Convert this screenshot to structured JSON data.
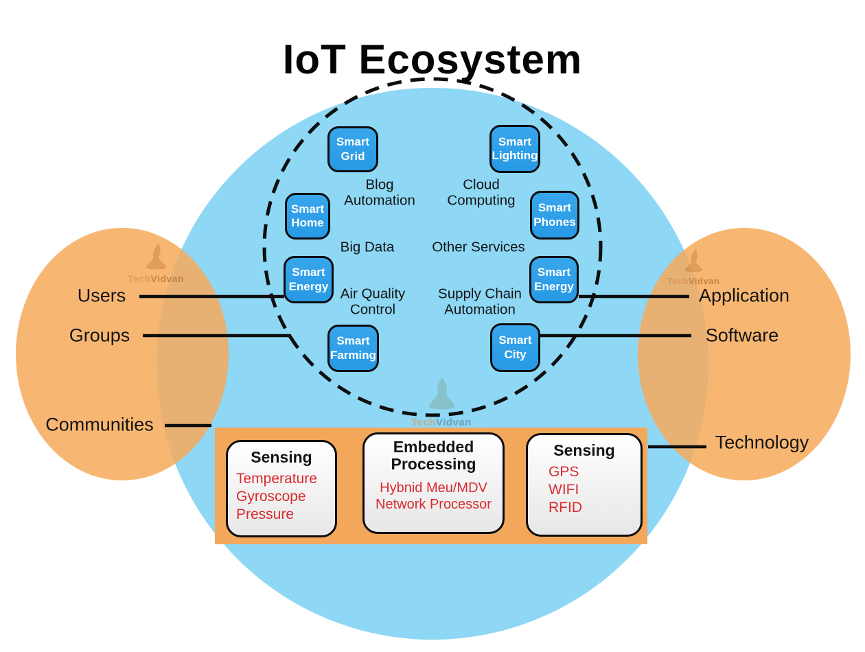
{
  "title": "IoT Ecosystem",
  "watermark": {
    "part1": "Tech",
    "part2": "Vidvan"
  },
  "colors": {
    "ecosystem_circle_blue": "#8ED7F5",
    "device_box_blue": "#2FA0E8",
    "side_circle_orange": "#F6AA5A",
    "bottom_panel_orange": "#F3A75B",
    "detail_text_red": "#D92B2F",
    "outline_black": "#0D0D0D"
  },
  "center_cluster": {
    "device_boxes": [
      {
        "label": "Smart\nGrid"
      },
      {
        "label": "Smart\nLighting"
      },
      {
        "label": "Smart\nHome"
      },
      {
        "label": "Smart\nPhones"
      },
      {
        "label": "Smart\nEnergy"
      },
      {
        "label": "Smart\nEnergy"
      },
      {
        "label": "Smart\nFarming"
      },
      {
        "label": "Smart\nCity"
      }
    ],
    "service_labels": [
      {
        "label": "Blog\nAutomation"
      },
      {
        "label": "Cloud\nComputing"
      },
      {
        "label": "Big Data"
      },
      {
        "label": "Other Services"
      },
      {
        "label": "Air Quality\nControl"
      },
      {
        "label": "Supply Chain\nAutomation"
      }
    ]
  },
  "left_group": {
    "labels": [
      "Users",
      "Groups",
      "Communities"
    ]
  },
  "right_group": {
    "labels": [
      "Application",
      "Software",
      "Technology"
    ]
  },
  "bottom_panel": {
    "boxes": [
      {
        "title": "Sensing",
        "items": [
          "Temperature",
          "Gyroscope",
          "Pressure"
        ]
      },
      {
        "title": "Embedded\nProcessing",
        "items": [
          "Hybnid Meu/MDV",
          "Network Processor"
        ]
      },
      {
        "title": "Sensing",
        "items": [
          "GPS",
          "WIFI",
          "RFID"
        ]
      }
    ]
  }
}
